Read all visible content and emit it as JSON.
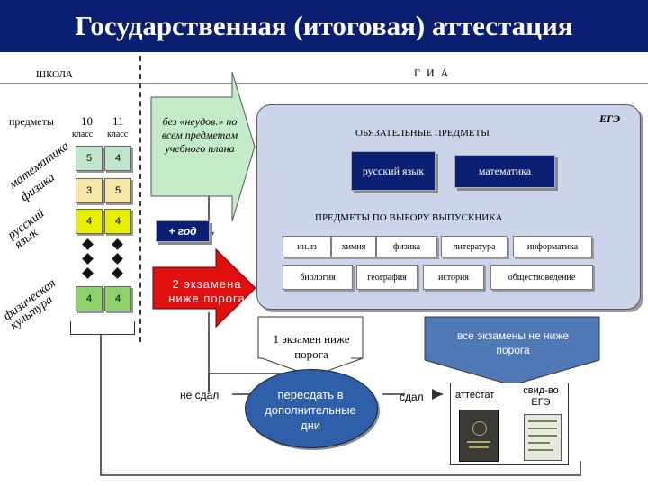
{
  "title": "Государственная (итоговая) аттестация",
  "school_label": "ШКОЛА",
  "gia_label": "Г И А",
  "school": {
    "subjects_label": "предметы",
    "grade10_label": "10",
    "grade11_label": "11",
    "class_label_10": "класс",
    "class_label_11": "класс",
    "rows": [
      {
        "subject": "математика",
        "g10": "5",
        "g11": "4",
        "color": "#bfe6c9"
      },
      {
        "subject": "физика",
        "g10": "3",
        "g11": "5",
        "color": "#f7e7a6"
      },
      {
        "subject": "русский язык",
        "g10": "4",
        "g11": "4",
        "color": "#e8f000"
      }
    ],
    "last_row": {
      "subject": "физическая культура",
      "g10": "4",
      "g11": "4",
      "color": "#8fd26a"
    }
  },
  "arrow_text": "без «неудов.» по всем предметам учебного плана",
  "plus_year": "+ год",
  "two_exams": "2 экзамена ниже порога",
  "ege": {
    "label": "ЕГЭ",
    "mandatory_header": "ОБЯЗАТЕЛЬНЫЕ ПРЕДМЕТЫ",
    "mandatory": [
      "русский язык",
      "математика"
    ],
    "elective_header": "ПРЕДМЕТЫ ПО ВЫБОРУ ВЫПУСКНИКА",
    "elective_row1": [
      "ин.яз",
      "химия",
      "физика",
      "литература",
      "информатика"
    ],
    "elective_row2": [
      "биология",
      "география",
      "история",
      "обществоведение"
    ]
  },
  "one_exam": "1 экзамен ниже порога",
  "all_exams": "все экзамены не ниже порога",
  "not_passed": "не сдал",
  "retake": "пересдать в дополнительные дни",
  "passed": "сдал",
  "certificate": "аттестат",
  "ege_cert": "свид-во ЕГЭ"
}
